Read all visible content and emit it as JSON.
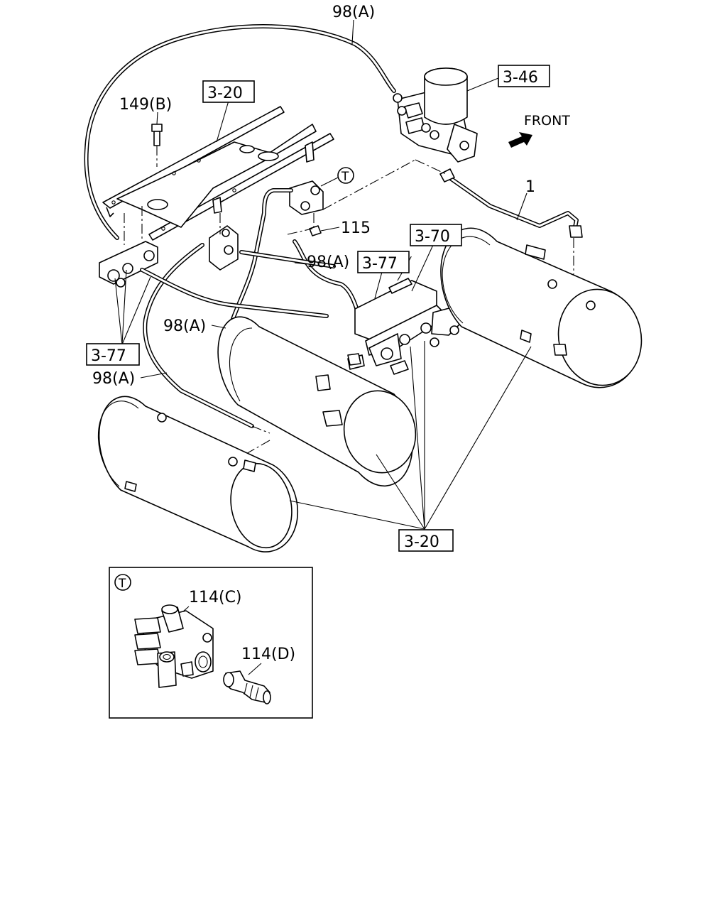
{
  "labels": {
    "l98a_top": "98(A)",
    "l346": "3-46",
    "l320_top": "3-20",
    "l149b": "149(B)",
    "front": "FRONT",
    "t_top": "T",
    "l1": "1",
    "l115": "115",
    "l370": "3-70",
    "l98a_mid": "98(A)",
    "l377_mid": "3-77",
    "l98a_left": "98(A)",
    "l377_left": "3-77",
    "l98a_low": "98(A)",
    "l320_bottom": "3-20",
    "t_inset": "T",
    "l114c": "114(C)",
    "l114d": "114(D)"
  },
  "colors": {
    "line": "#000000",
    "background": "#ffffff"
  },
  "icons": {
    "front_arrow": "front-arrow-icon",
    "callout": "circle-t-callout"
  }
}
